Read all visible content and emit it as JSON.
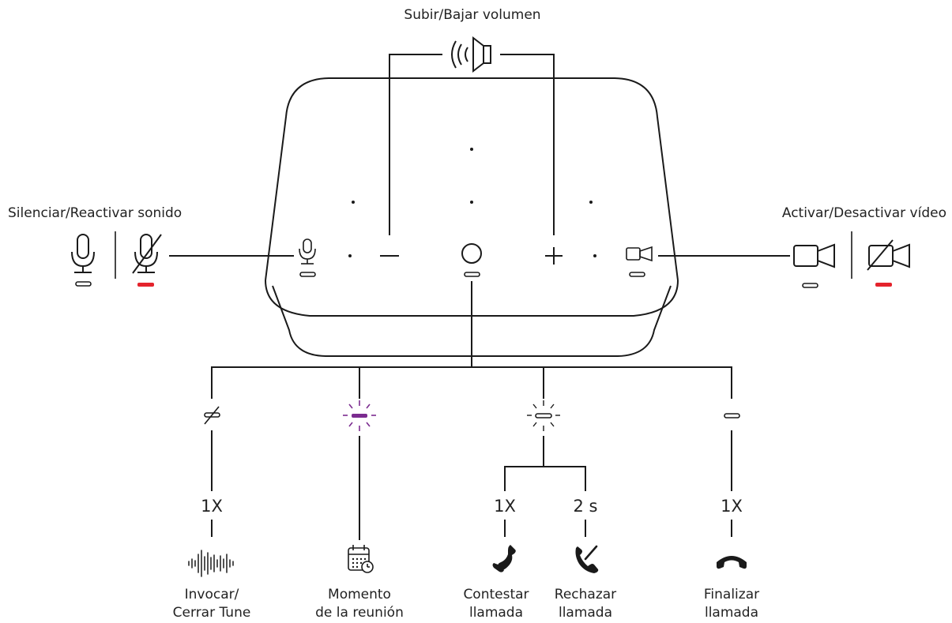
{
  "labels": {
    "volume": "Subir/Bajar volumen",
    "mute": "Silenciar/Reactivar sonido",
    "video": "Activar/Desactivar vídeo"
  },
  "branches": [
    {
      "count": "1X",
      "line1": "Invocar/",
      "line2": "Cerrar Tune",
      "icon": "waveform-icon",
      "led": "off-slashed"
    },
    {
      "count": "",
      "line1": "Momento",
      "line2": "de la reunión",
      "icon": "calendar-clock-icon",
      "led": "purple-blinking"
    },
    {
      "count": "1X",
      "line1": "Contestar",
      "line2": "llamada",
      "icon": "phone-answer-icon",
      "led": "white-blinking"
    },
    {
      "count": "2 s",
      "line1": "Rechazar",
      "line2": "llamada",
      "icon": "phone-reject-icon",
      "led": "white-blinking"
    },
    {
      "count": "1X",
      "line1": "Finalizar",
      "line2": "llamada",
      "icon": "phone-hangup-icon",
      "led": "white"
    }
  ],
  "colors": {
    "line": "#1a1a1a",
    "muted_led": "#e4232c",
    "meeting_led": "#7b2b8f"
  }
}
